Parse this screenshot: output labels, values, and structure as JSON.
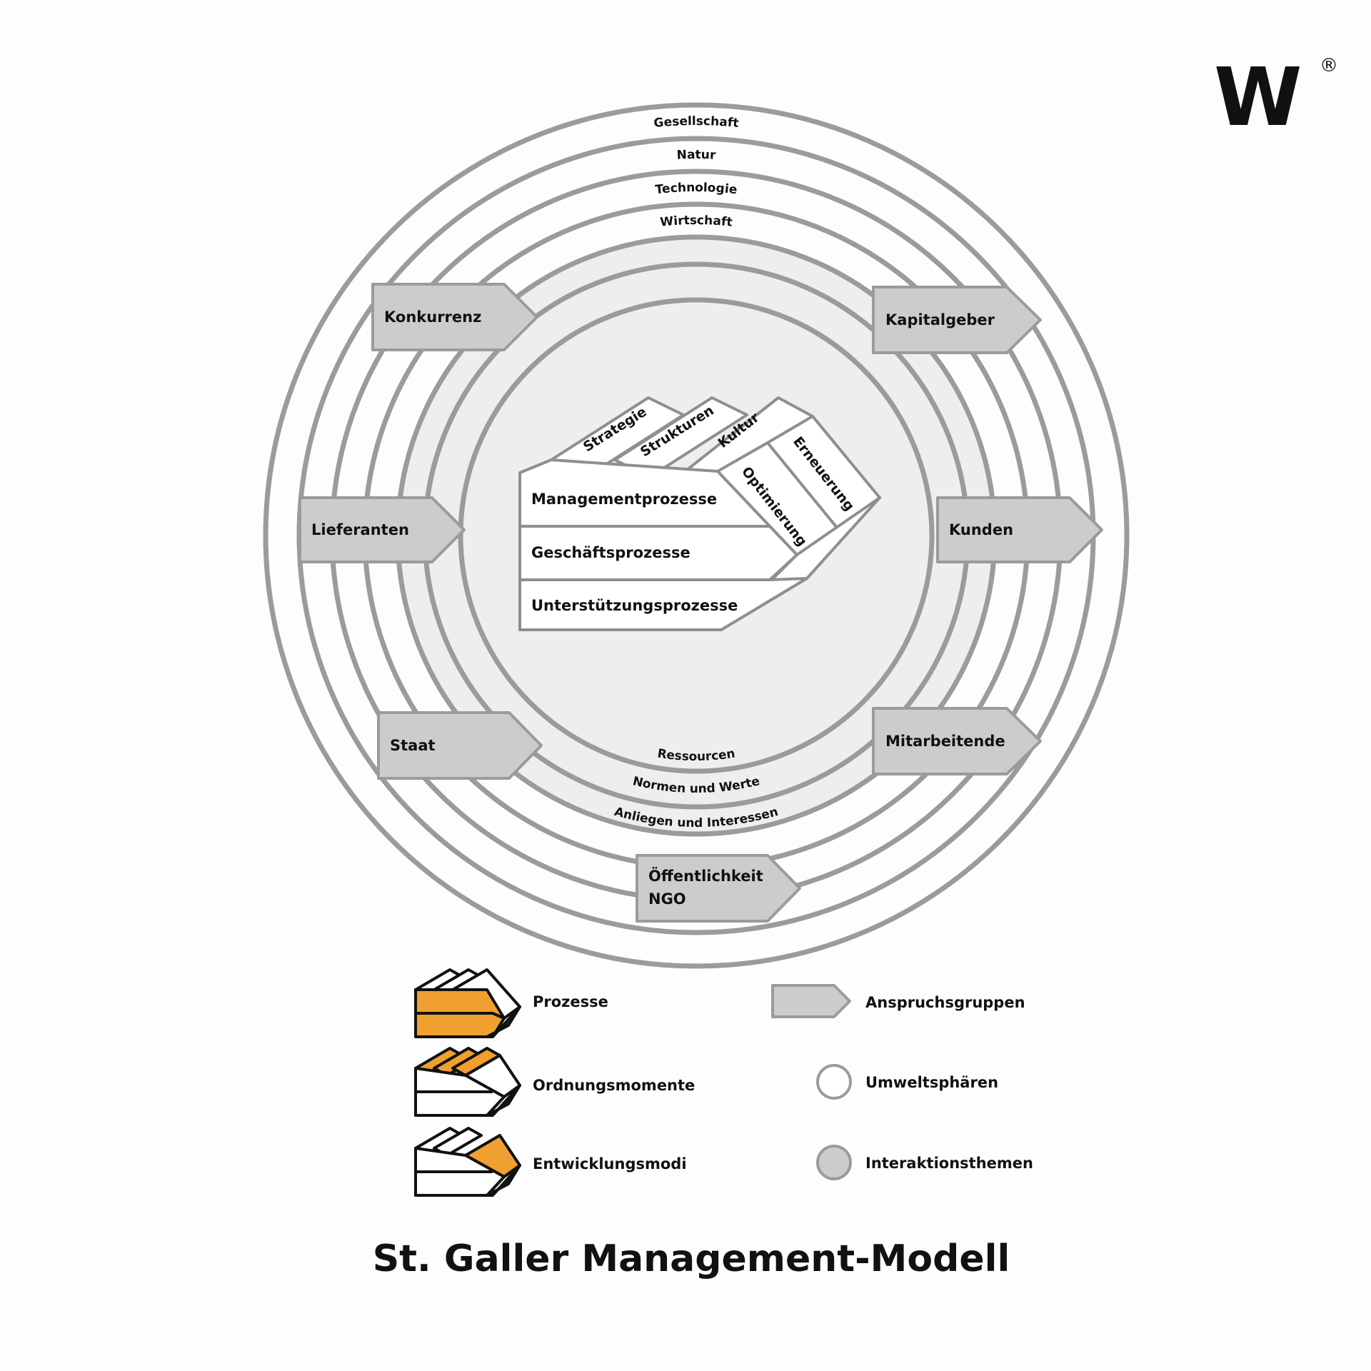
{
  "title": "St. Galler Management-Modell",
  "logo": {
    "glyph": "W",
    "mark": "®"
  },
  "colors": {
    "accent": "#f0a030",
    "ring": "#9b9a9c",
    "inner_fill": "#eeedf0",
    "arrow_fill": "#cccbce"
  },
  "environment_spheres": [
    "Gesellschaft",
    "Natur",
    "Technologie",
    "Wirtschaft"
  ],
  "interaction_topics": [
    "Ressourcen",
    "Normen und Werte",
    "Anliegen und Interessen"
  ],
  "stakeholders": {
    "konkurrenz": "Konkurrenz",
    "kapitalgeber": "Kapitalgeber",
    "lieferanten": "Lieferanten",
    "kunden": "Kunden",
    "staat": "Staat",
    "mitarbeitende": "Mitarbeitende",
    "oeffentlichkeit_line1": "Öffentlichkeit",
    "oeffentlichkeit_line2": "NGO"
  },
  "processes": [
    "Managementprozesse",
    "Geschäftsprozesse",
    "Unterstützungsprozesse"
  ],
  "order_moments": [
    "Strategie",
    "Strukturen",
    "Kultur"
  ],
  "development_modes": [
    "Optimierung",
    "Erneuerung"
  ],
  "legend": {
    "prozesse": "Prozesse",
    "ordnungsmomente": "Ordnungsmomente",
    "entwicklungsmodi": "Entwicklungsmodi",
    "anspruchsgruppen": "Anspruchsgruppen",
    "umweltsphaeren": "Umweltsphären",
    "interaktionsthemen": "Interaktionsthemen"
  }
}
